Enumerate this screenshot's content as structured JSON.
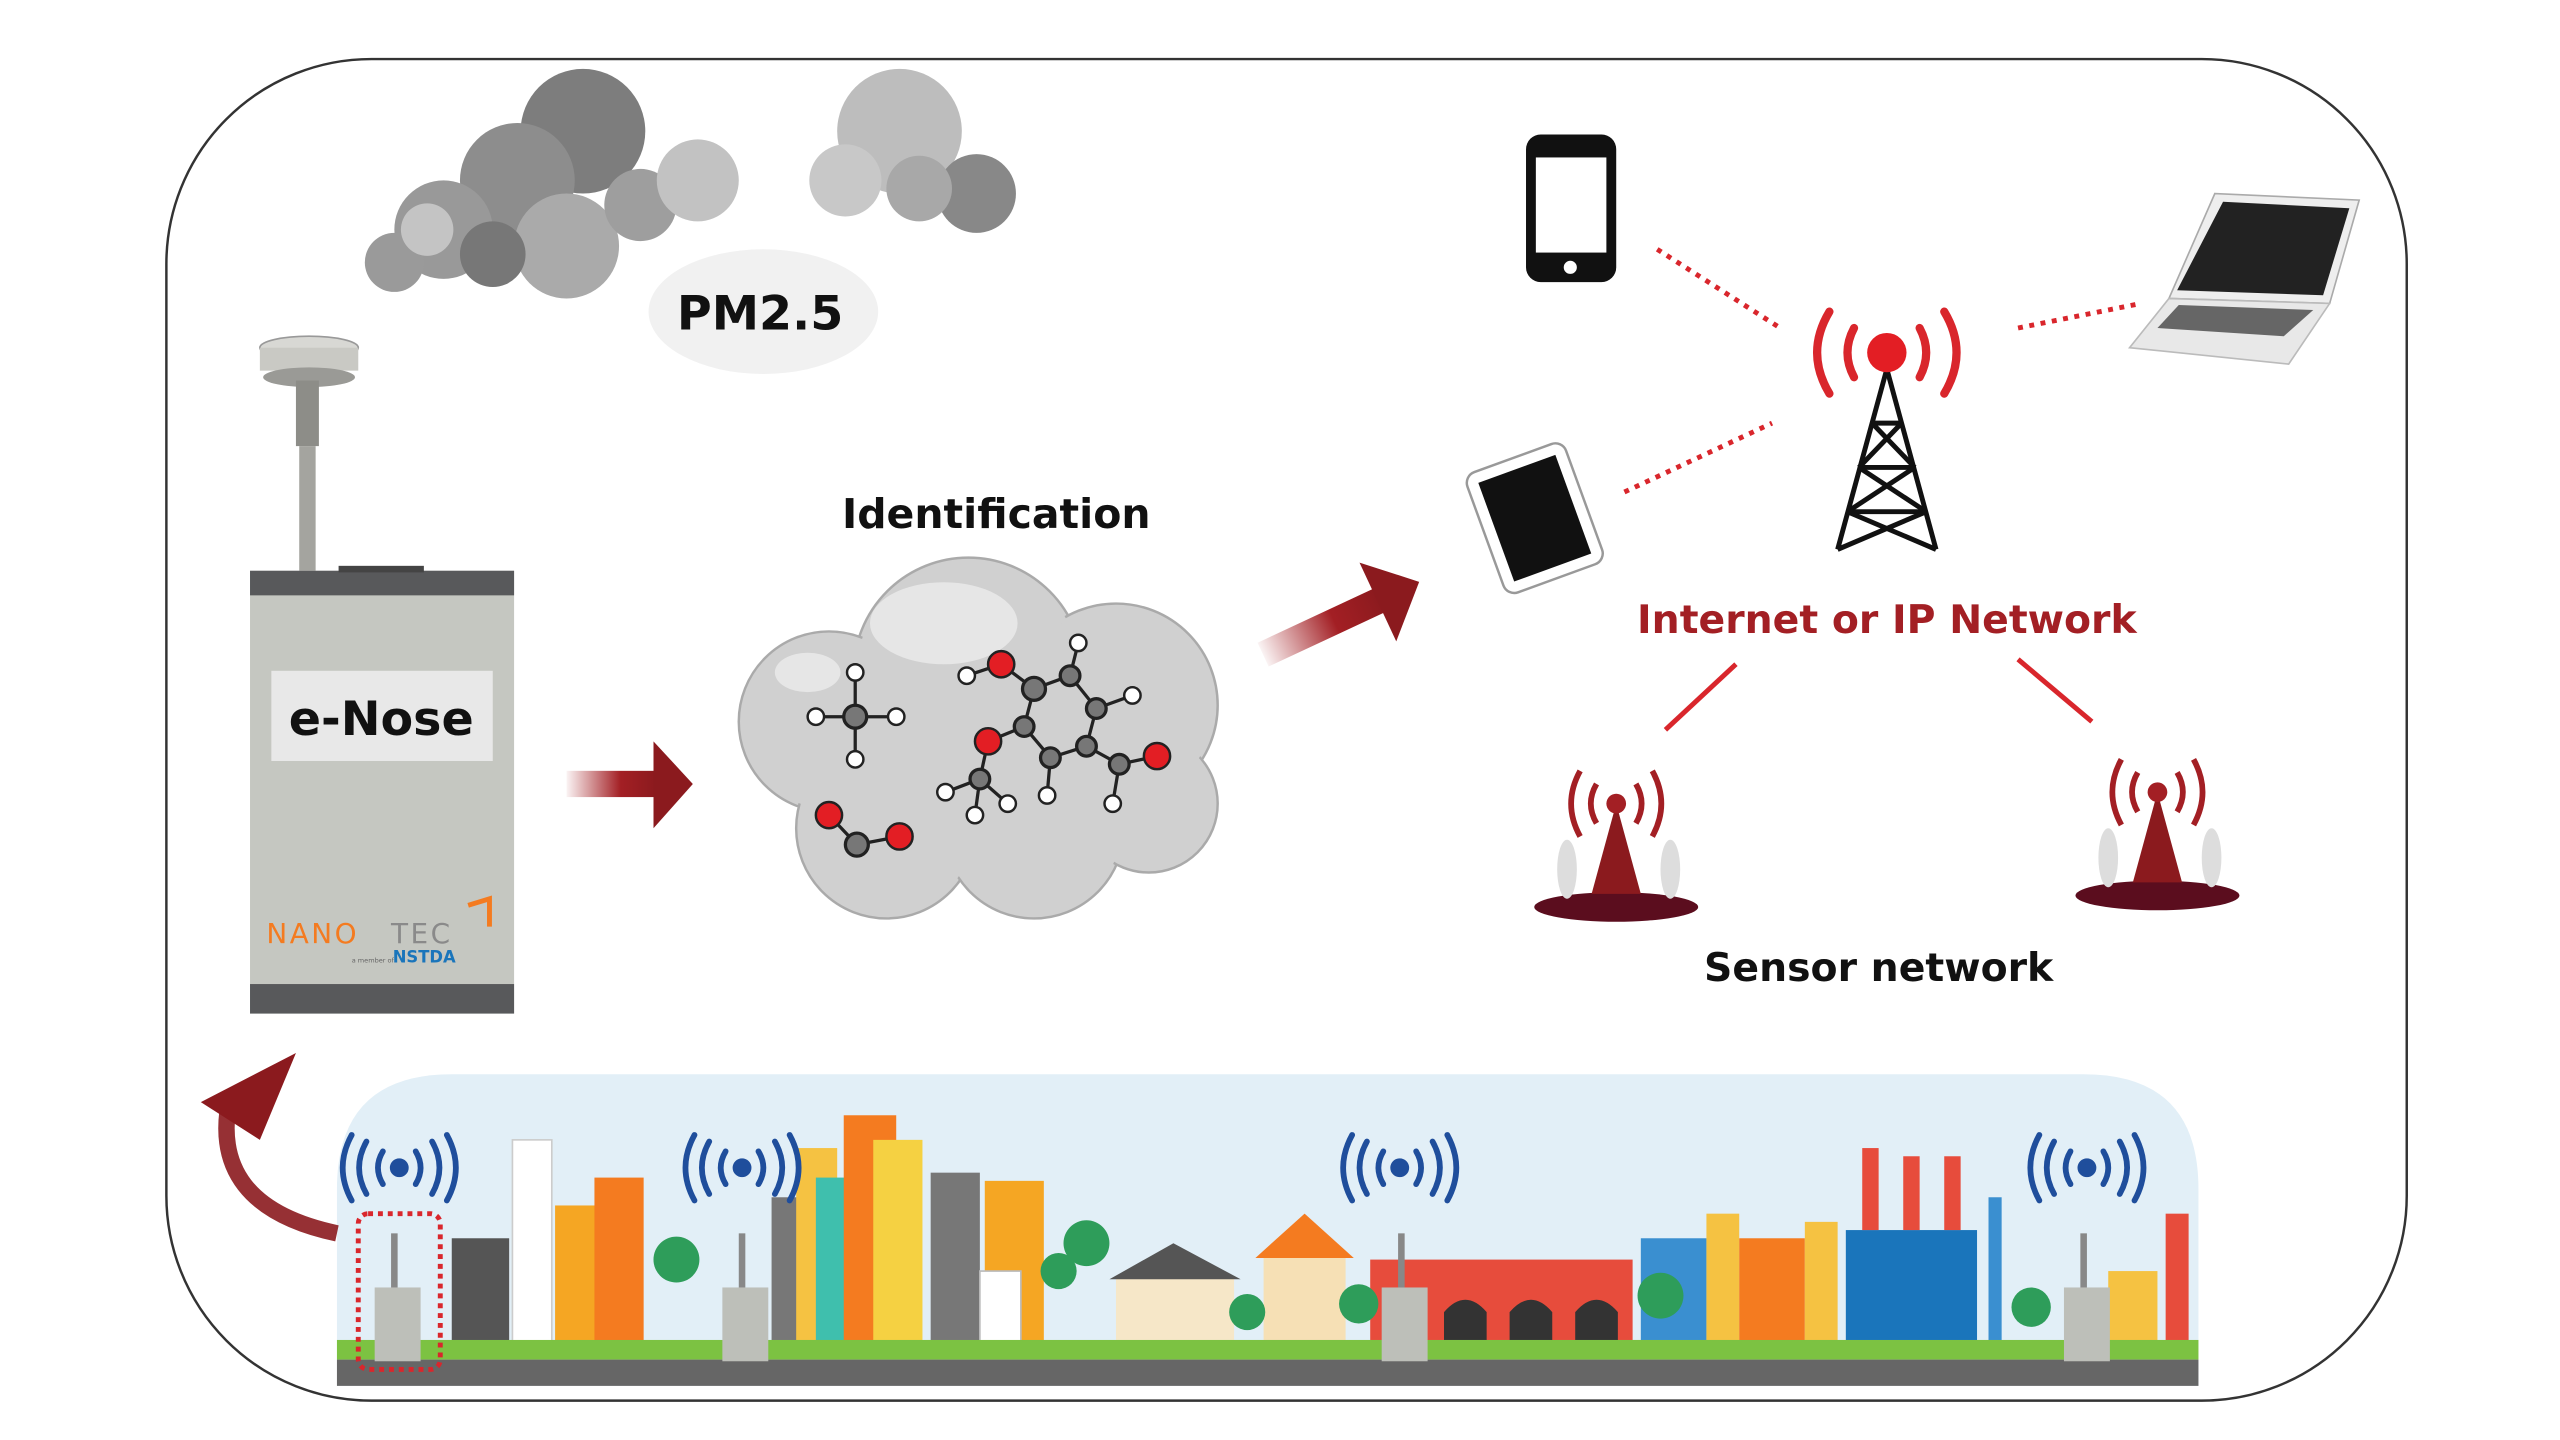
{
  "labels": {
    "pm25": "PM2.5",
    "device": "e-Nose",
    "identification": "Identification",
    "network": "Internet or IP Network",
    "sensor_network": "Sensor network"
  },
  "logo": {
    "brand_a": "NANO",
    "brand_b": "TEC",
    "tagline": "a member of",
    "parent": "NSTDA"
  },
  "colors": {
    "accent_red": "#a31f24",
    "signal_red": "#d9262c",
    "frame": "#333333",
    "city_sky": "#e2eff7",
    "device_body": "#c5c7c1",
    "device_band": "#58595b",
    "logo_orange": "#f47b20",
    "logo_blue": "#1a75bb"
  }
}
